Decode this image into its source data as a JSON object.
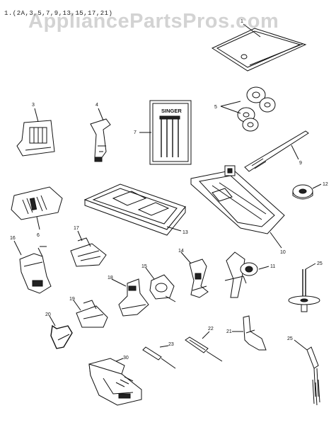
{
  "header": {
    "parts_list": "1.(2A,3,5,7,9,13,15,17,21)"
  },
  "watermark": {
    "text": "AppliancePartsPros.com"
  },
  "callouts": {
    "c1": "1",
    "c3": "3",
    "c4": "4",
    "c5": "5",
    "c6": "6",
    "c7": "7",
    "c9": "9",
    "c10": "10",
    "c11": "11",
    "c12": "12",
    "c13": "13",
    "c14": "14",
    "c15": "15",
    "c16": "16",
    "c17": "17",
    "c18": "18",
    "c19": "19",
    "c20": "20",
    "c21": "21",
    "c22": "22",
    "c23": "23",
    "c25a": "25",
    "c25b": "25",
    "c30": "30"
  },
  "needle_pack": {
    "brand": "SINGER"
  },
  "icons": {
    "part_1": "needle-plate-cover-icon",
    "part_3": "bobbin-case-plate-icon",
    "part_4": "edge-guide-icon",
    "part_5": "bobbins-icon",
    "part_6": "throat-plate-icon",
    "part_7": "needle-pack-icon",
    "part_9": "seam-ripper-blade-icon",
    "part_10": "buttonhole-foot-icon",
    "part_11": "darning-foot-icon",
    "part_12": "spool-cap-icon",
    "part_13": "accessory-tray-icon",
    "part_14": "zipper-foot-icon",
    "part_15": "roller-foot-icon",
    "part_16": "blind-hem-foot-icon",
    "part_17": "zigzag-foot-icon",
    "part_18": "straight-foot-icon",
    "part_19": "satin-foot-icon",
    "part_20": "wire-guide-icon",
    "part_21": "shank-bracket-icon",
    "part_22": "screwdriver-large-icon",
    "part_23": "screwdriver-small-icon",
    "part_25a": "spool-pin-icon",
    "part_25b": "brush-icon",
    "part_30": "walking-foot-icon"
  }
}
